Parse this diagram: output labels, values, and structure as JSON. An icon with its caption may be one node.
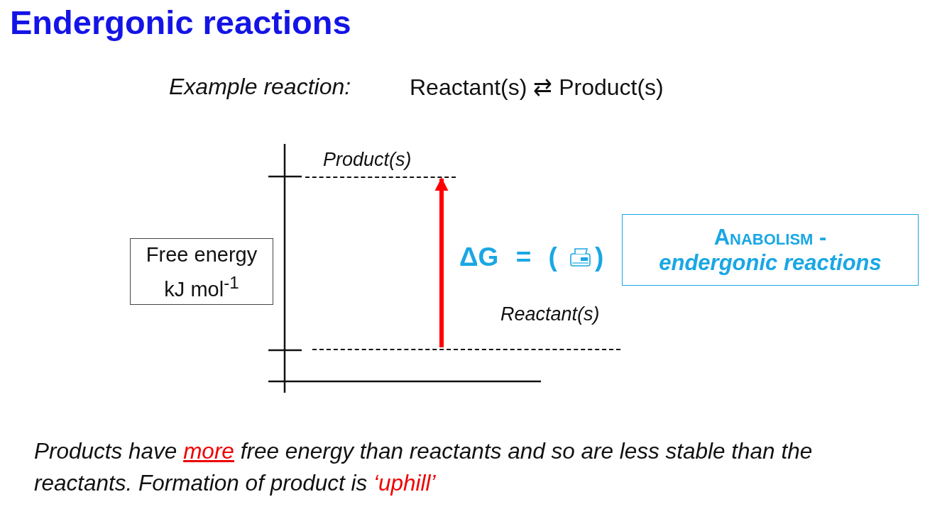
{
  "diagram": {
    "title": "Endergonic reactions",
    "nodes": [
      {
        "text": [
          "Free energy kJ mol$^{-1}$"
        ]
      },
      {
        "text": [],
        "shape": "line",
        "beside": [
          "Product(s)"
        ]
      },
      {
        "text": [],
        "shape": "line",
        "beside": [
          "Reactant(s)"
        ]
      },
      {
        "text": [
          "Anabolism -",
          "endergonic reactions"
        ]
      }
    ],
    "edges": [
      {
        "from": 2,
        "to": 1,
        "arrow": "to",
        "color": "#ff0000"
      }
    ],
    "labels": [
      "Example reaction:",
      "Reactant(s) ⇄ Product(s)",
      "ΔG = (",
      ")"
    ],
    "caption": "Products have **more** free energy than reactants and so are less stable than the reactants. Formation of product is *‘uphill’*"
  }
}
